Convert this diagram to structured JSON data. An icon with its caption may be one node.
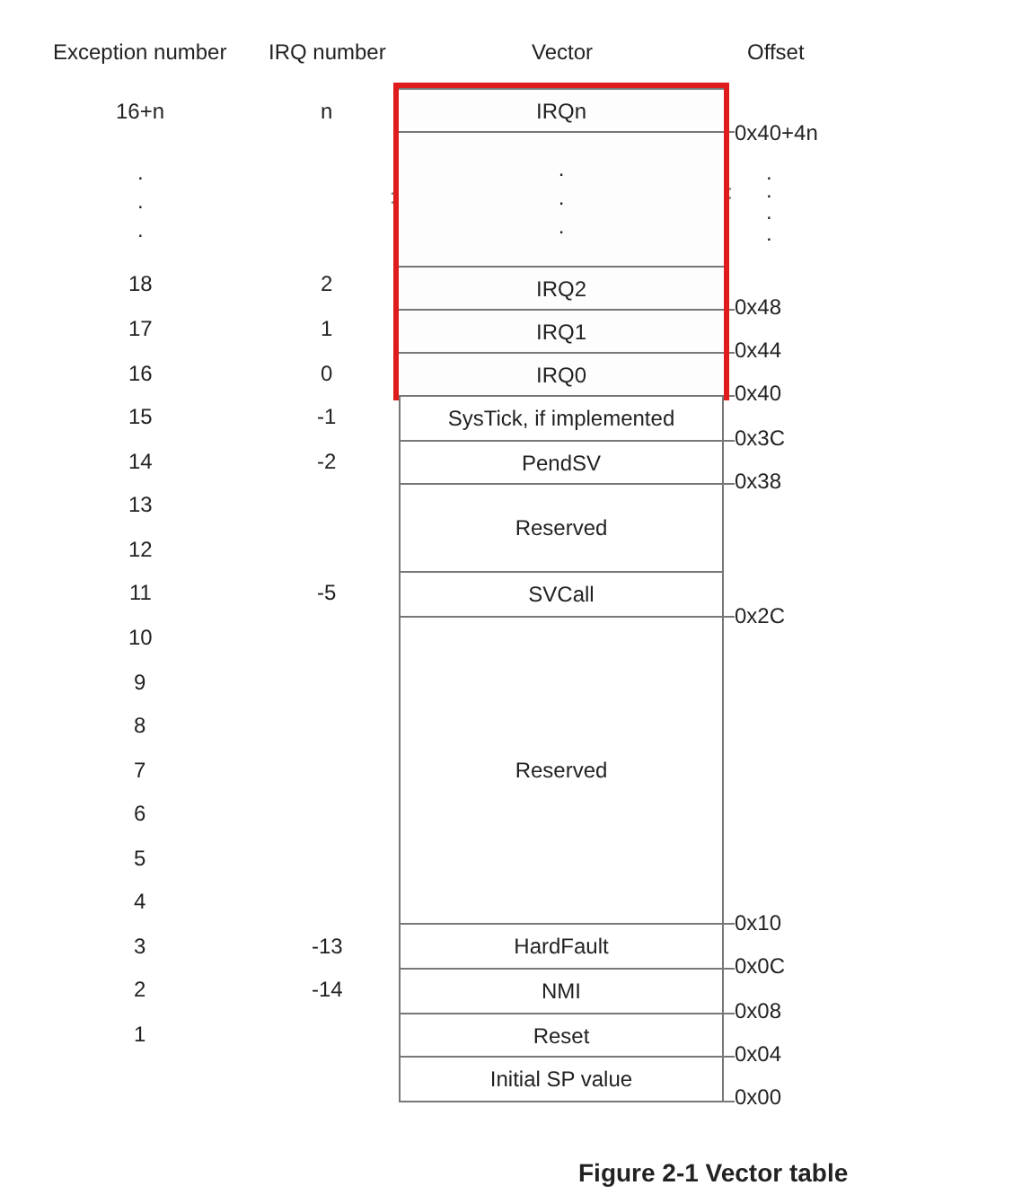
{
  "diagram": {
    "caption": "Figure 2-1 Vector table",
    "nodes": [
      {
        "text": [],
        "shape": "box"
      },
      {
        "text": [
          "IRQn"
        ],
        "in": 0
      },
      {
        "text": [
          ".",
          ".",
          "."
        ],
        "in": 0
      },
      {
        "text": [
          "IRQ2"
        ],
        "in": 0
      },
      {
        "text": [
          "IRQ1"
        ],
        "in": 0
      },
      {
        "text": [
          "IRQ0"
        ],
        "in": 0
      },
      {
        "text": [
          "SysTick, if implemented"
        ]
      },
      {
        "text": [
          "PendSV"
        ]
      },
      {
        "text": [
          "Reserved"
        ]
      },
      {
        "text": [
          "SVCall"
        ]
      },
      {
        "text": [
          "Reserved"
        ]
      },
      {
        "text": [
          "HardFault"
        ]
      },
      {
        "text": [
          "NMI"
        ]
      },
      {
        "text": [
          "Reset"
        ]
      },
      {
        "text": [
          "Initial SP value"
        ]
      }
    ],
    "edges": [],
    "labels": [
      "Exception number",
      "IRQ number",
      "Vector",
      "Offset",
      "16+n",
      "n",
      "0x40+4n",
      ".",
      ".",
      ".",
      ".",
      ".",
      ".",
      ".",
      "18",
      "2",
      "0x48",
      "17",
      "1",
      "0x44",
      "16",
      "0",
      "0x40",
      "15",
      "-1",
      "0x3C",
      "14",
      "-2",
      "0x38",
      "13",
      "12",
      "11",
      "-5",
      "0x2C",
      "10",
      "9",
      "8",
      "7",
      "6",
      "5",
      "4",
      "0x10",
      "3",
      "-13",
      "0x0C",
      "2",
      "-14",
      "0x08",
      "1",
      "0x04",
      "0x00"
    ]
  }
}
